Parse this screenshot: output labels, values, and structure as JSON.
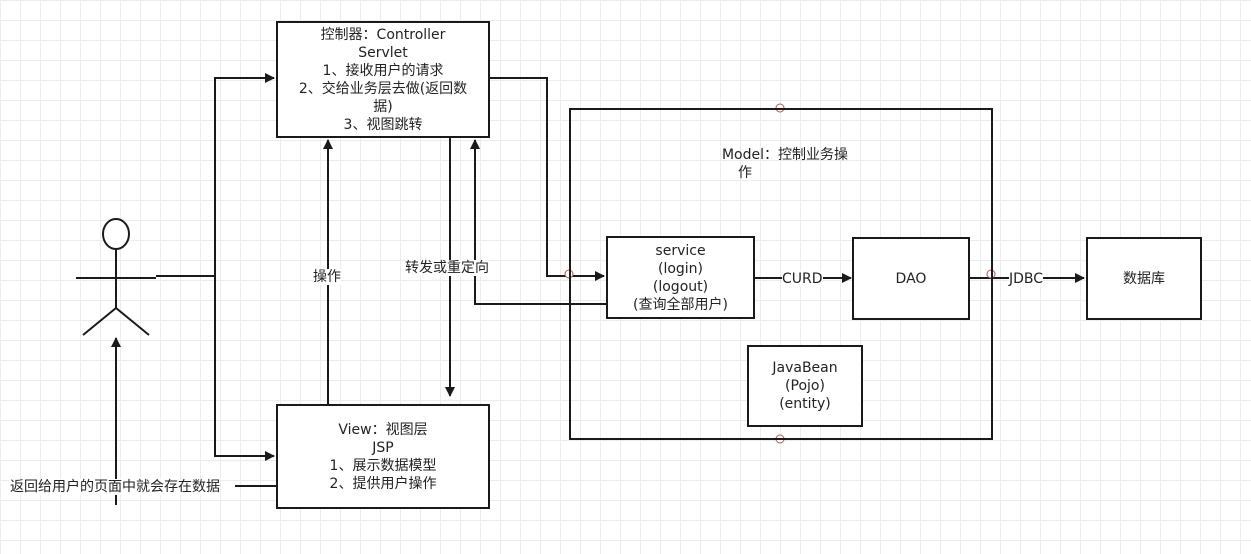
{
  "controller": {
    "lines": [
      "控制器：Controller",
      "Servlet",
      "1、接收用户的请求",
      "2、交给业务层去做(返回数",
      "据)",
      "3、视图跳转"
    ]
  },
  "view": {
    "lines": [
      "View：视图层",
      "JSP",
      "1、展示数据模型",
      "2、提供用户操作"
    ]
  },
  "model": {
    "title_lines": [
      "Model：控制业务操",
      "作"
    ]
  },
  "service": {
    "lines": [
      "service",
      "(login)",
      "(logout)",
      "(查询全部用户)"
    ]
  },
  "dao": {
    "label": "DAO"
  },
  "javabean": {
    "lines": [
      "JavaBean",
      "(Pojo)",
      "(entity)"
    ]
  },
  "database": {
    "label": "数据库"
  },
  "edges": {
    "operate": "操作",
    "forward": "转发或重定向",
    "curd": "CURD",
    "jdbc": "JDBC",
    "return": "返回给用户的页面中就会存在数据"
  }
}
